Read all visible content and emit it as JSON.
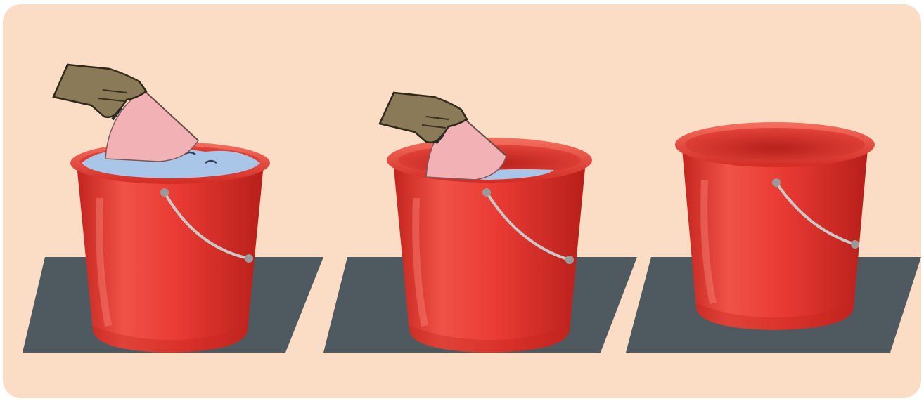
{
  "colors": {
    "background": "#fbdcc4",
    "mat": "#4f5a60",
    "bucket": "#e83a33",
    "bucket_dark": "#c4241e",
    "bucket_light": "#f26a5c",
    "water": "#a9c6e8",
    "mug": "#f2b1b4",
    "hand": "#8a7a58",
    "handle": "#c9c9c9"
  },
  "scenes": [
    {
      "id": "full",
      "water_level": 1.0,
      "mug": true,
      "hand": true,
      "icon": "full-bucket-with-mug"
    },
    {
      "id": "almost-empty",
      "water_level": 0.15,
      "mug": true,
      "hand": true,
      "icon": "nearly-empty-bucket-with-mug"
    },
    {
      "id": "empty",
      "water_level": 0.0,
      "mug": false,
      "hand": false,
      "icon": "empty-bucket"
    }
  ]
}
